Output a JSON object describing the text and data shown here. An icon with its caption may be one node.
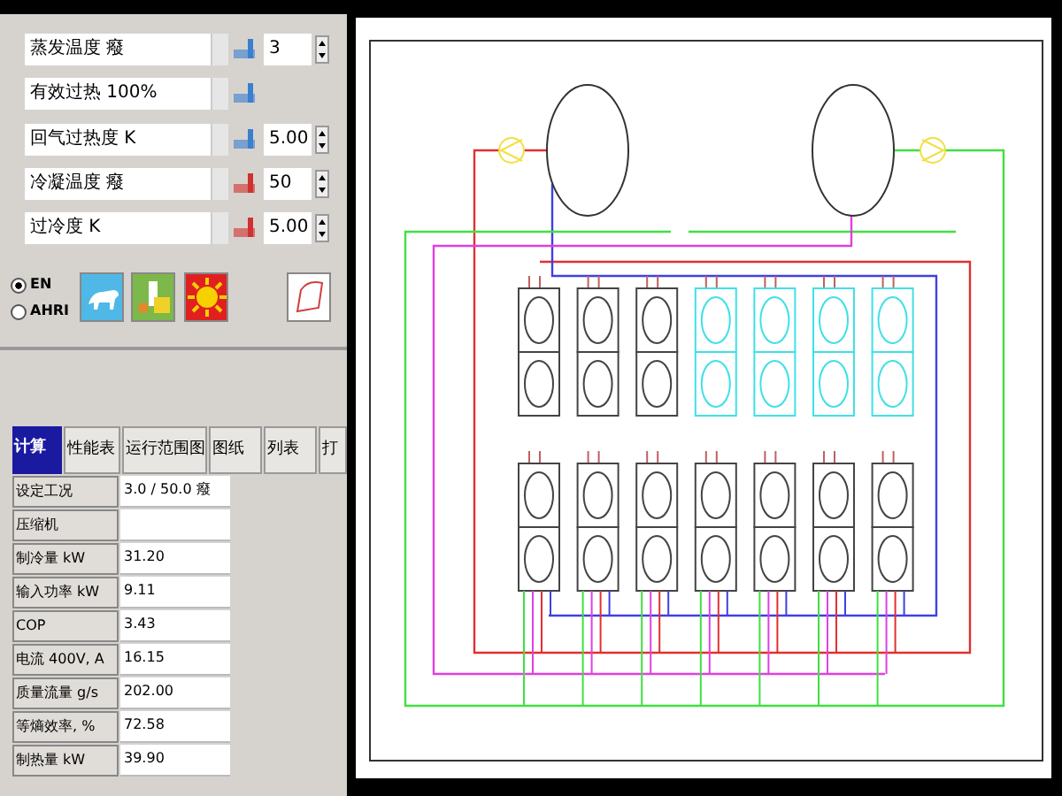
{
  "diagram": {
    "labels": [
      "蒸发温度 癈",
      "3",
      "有效过热 100%",
      "回气过热度 K",
      "5.00",
      "冷凝温度 癈",
      "50",
      "过冷度 K",
      "5.00",
      "EN",
      "AHRI",
      "计算",
      "性能表",
      "运行范围图",
      "图纸",
      "列表",
      "打",
      "设定工况",
      "3.0 / 50.0 癈",
      "压缩机",
      "制冷量 kW",
      "31.20",
      "输入功率 kW",
      "9.11",
      "COP",
      "3.43",
      "电流 400V, A",
      "16.15",
      "质量流量 g/s",
      "202.00",
      "等熵效率, %",
      "72.58",
      "制热量 kW",
      "39.90"
    ]
  }
}
